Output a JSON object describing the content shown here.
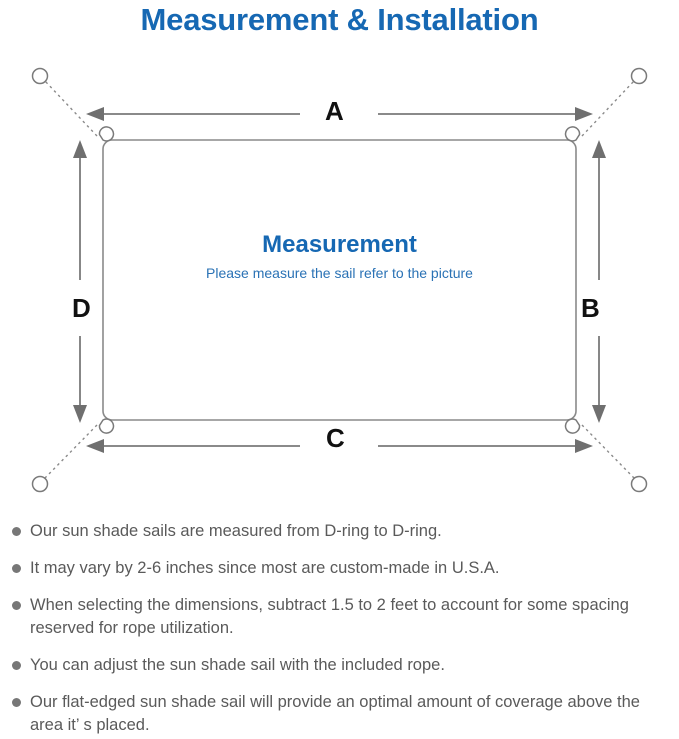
{
  "header": {
    "title": "Measurement & Installation"
  },
  "diagram": {
    "center_title": "Measurement",
    "center_subtitle": "Please measure the sail refer to the picture",
    "dimension_labels": {
      "top": "A",
      "right": "B",
      "bottom": "C",
      "left": "D"
    },
    "icons": {
      "d_ring": "d-ring-icon",
      "anchor_point": "anchor-point-icon",
      "rope": "dotted-rope-line",
      "dimension_arrow": "double-arrow-icon"
    },
    "colors": {
      "title_blue": "#1668b3",
      "subtitle_blue": "#2a72b5",
      "line_gray": "#7a7a7a",
      "sail_fill": "#ffffff",
      "label_black": "#111111"
    }
  },
  "notes": [
    "Our sun shade sails are measured from D-ring to D-ring.",
    "It may vary by 2-6 inches since most are custom-made in U.S.A.",
    "When selecting the dimensions, subtract 1.5 to 2 feet to account for some spacing reserved for rope utilization.",
    "You can adjust the sun shade sail with the included rope.",
    "Our flat-edged sun shade sail will provide an optimal amount of coverage above the area it’ s placed."
  ]
}
